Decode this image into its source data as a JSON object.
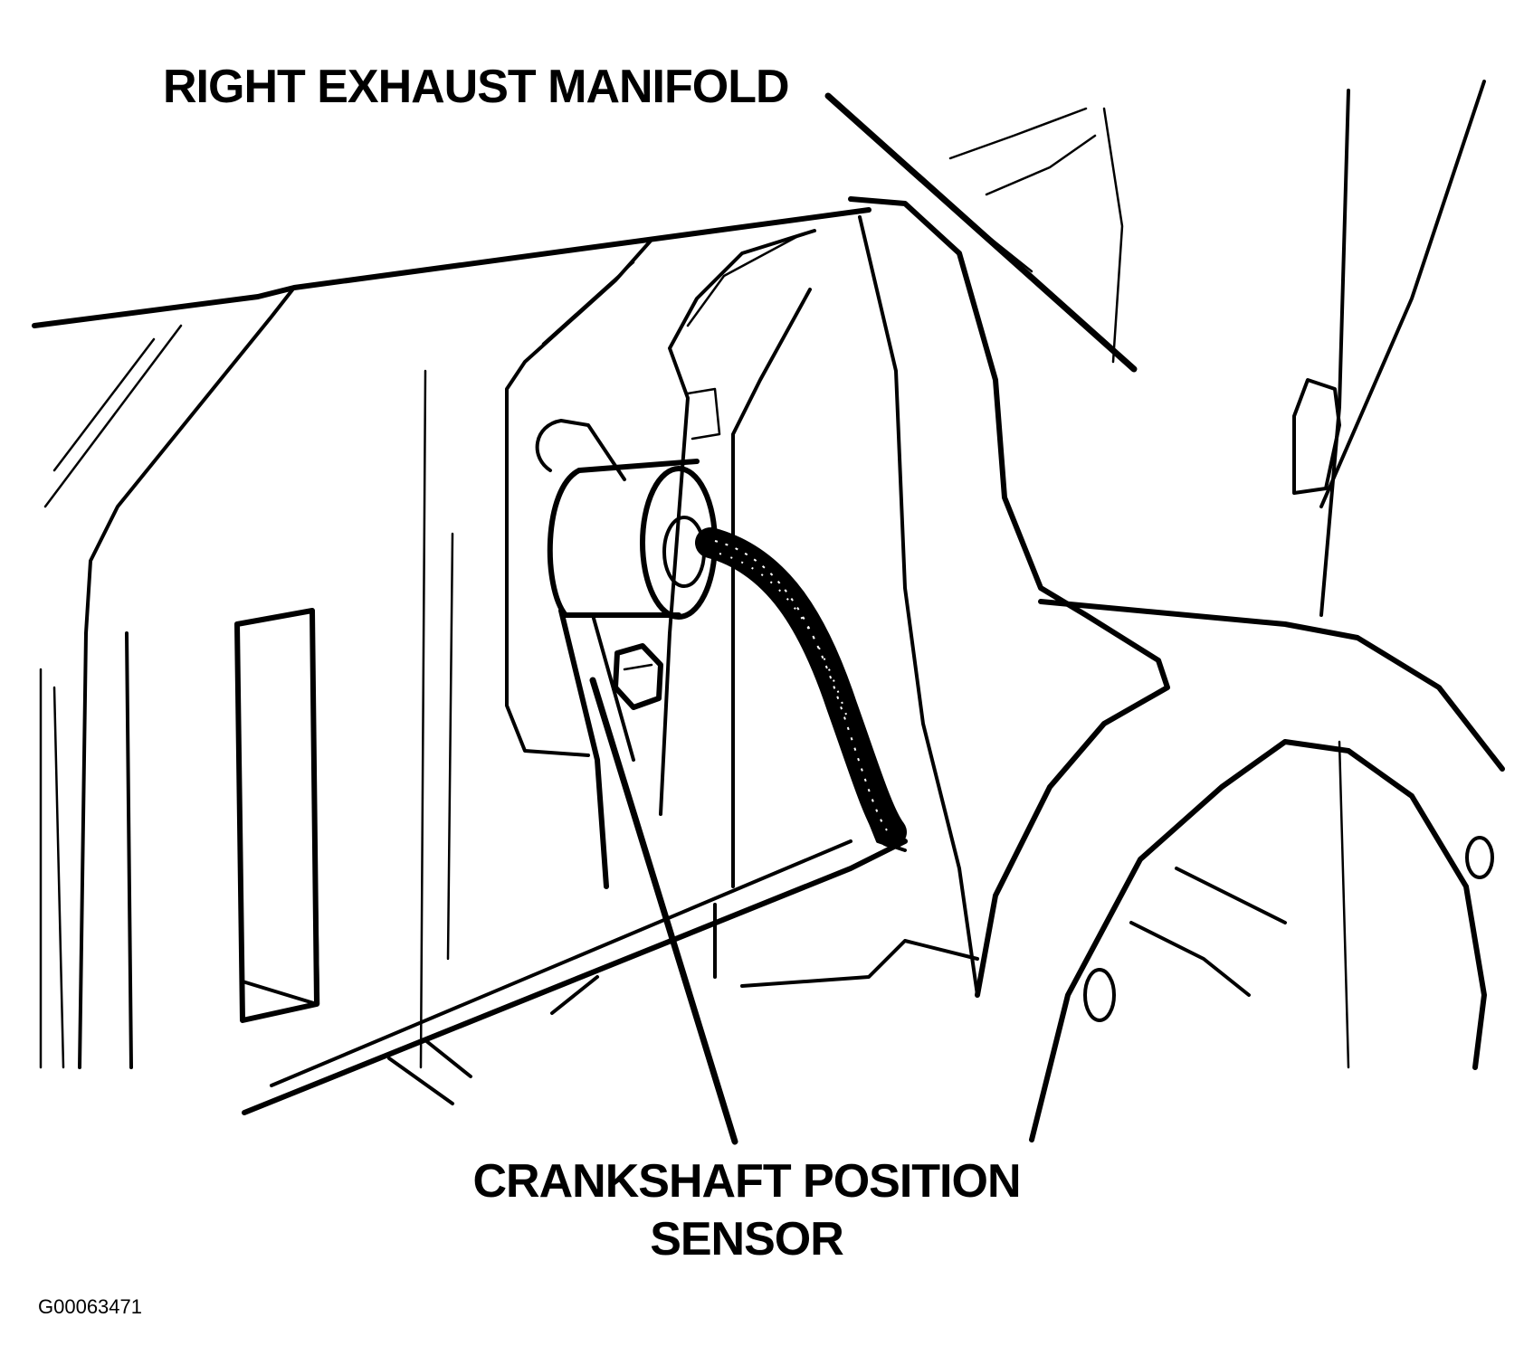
{
  "callouts": {
    "manifold": "RIGHT EXHAUST MANIFOLD",
    "sensor_line1": "CRANKSHAFT POSITION",
    "sensor_line2": "SENSOR"
  },
  "figure_id": "G00063471",
  "colors": {
    "ink": "#000000",
    "paper": "#ffffff"
  }
}
